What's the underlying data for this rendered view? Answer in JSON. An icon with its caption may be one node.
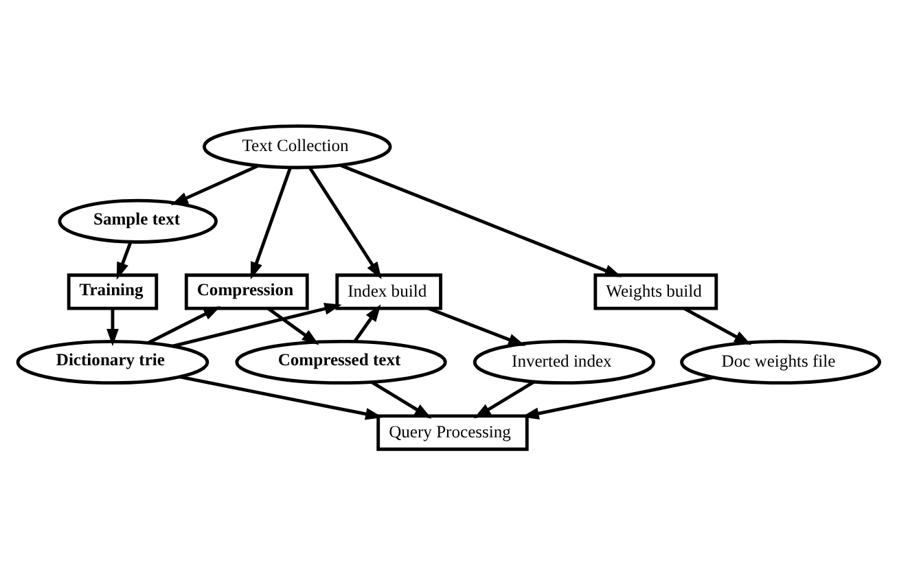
{
  "diagram": {
    "nodes": [
      {
        "text": [
          "Text Collection"
        ]
      },
      {
        "text": [
          "Sample text"
        ]
      },
      {
        "text": [
          "Training"
        ]
      },
      {
        "text": [
          "Compression"
        ]
      },
      {
        "text": [
          "Index build"
        ]
      },
      {
        "text": [
          "Weights build"
        ]
      },
      {
        "text": [
          "Dictionary trie"
        ]
      },
      {
        "text": [
          "Inverted index"
        ]
      },
      {
        "text": [
          "Compressed text"
        ]
      },
      {
        "text": [
          "Doc weights file"
        ]
      },
      {
        "text": [
          "Query Processing"
        ]
      }
    ],
    "edges": [
      {
        "from": 0,
        "to": 1,
        "arrow": "to"
      },
      {
        "from": 0,
        "to": 3,
        "arrow": "to"
      },
      {
        "from": 0,
        "to": 4,
        "arrow": "to"
      },
      {
        "from": 0,
        "to": 5,
        "arrow": "to"
      },
      {
        "from": 1,
        "to": 2,
        "arrow": "to"
      },
      {
        "from": 2,
        "to": 6,
        "arrow": "to"
      },
      {
        "from": 6,
        "to": 3,
        "arrow": "to"
      },
      {
        "from": 6,
        "to": 4,
        "arrow": "to"
      },
      {
        "from": 3,
        "to": 8,
        "arrow": "to"
      },
      {
        "from": 8,
        "to": 4,
        "arrow": "to"
      },
      {
        "from": 4,
        "to": 7,
        "arrow": "to"
      },
      {
        "from": 5,
        "to": 9,
        "arrow": "to"
      },
      {
        "from": 6,
        "to": 10,
        "arrow": "to"
      },
      {
        "from": 8,
        "to": 10,
        "arrow": "to"
      },
      {
        "from": 7,
        "to": 10,
        "arrow": "to"
      },
      {
        "from": 9,
        "to": 10,
        "arrow": "to"
      }
    ]
  }
}
